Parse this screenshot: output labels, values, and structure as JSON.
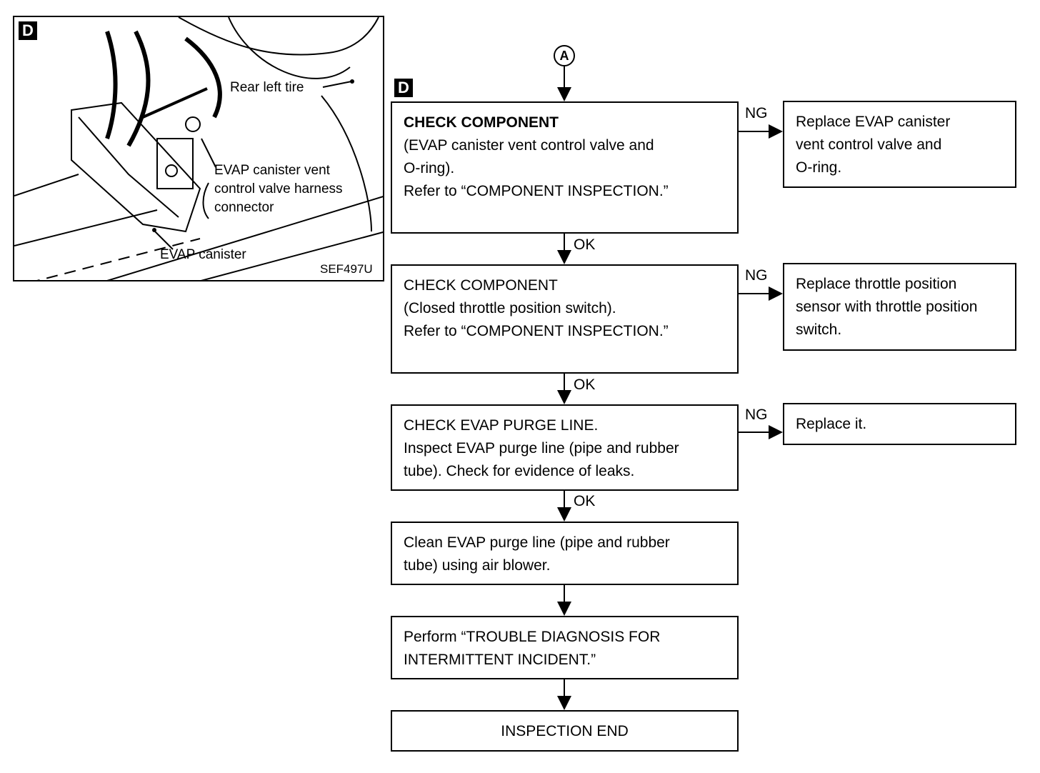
{
  "illustration": {
    "tag": "D",
    "callouts": {
      "rear_left_tire": "Rear left tire",
      "vent_valve_connector": [
        "EVAP canister vent",
        "control valve harness",
        "connector"
      ],
      "evap_canister": "EVAP canister",
      "figure_code": "SEF497U"
    }
  },
  "flow": {
    "start_connector": "A",
    "tag": "D",
    "steps": [
      {
        "lines": [
          "CHECK COMPONENT",
          "(EVAP canister vent control valve and",
          "O-ring).",
          "Refer to “COMPONENT INSPECTION.”"
        ],
        "ng_label": "NG",
        "ng_action": [
          "Replace EVAP canister",
          "vent control valve and",
          "O-ring."
        ],
        "ok_label": "OK"
      },
      {
        "lines": [
          "CHECK COMPONENT",
          "(Closed throttle position switch).",
          "Refer to “COMPONENT INSPECTION.”"
        ],
        "ng_label": "NG",
        "ng_action": [
          "Replace throttle position",
          "sensor with throttle position",
          "switch."
        ],
        "ok_label": "OK"
      },
      {
        "lines": [
          "CHECK EVAP PURGE LINE.",
          "Inspect EVAP purge line (pipe and rubber",
          "tube). Check for evidence of leaks."
        ],
        "ng_label": "NG",
        "ng_action": [
          "Replace it."
        ],
        "ok_label": "OK"
      },
      {
        "lines": [
          "Clean EVAP purge line (pipe and rubber",
          "tube) using air blower."
        ]
      },
      {
        "lines": [
          "Perform “TROUBLE DIAGNOSIS FOR",
          "INTERMITTENT INCIDENT.”"
        ]
      }
    ],
    "end": "INSPECTION END"
  }
}
